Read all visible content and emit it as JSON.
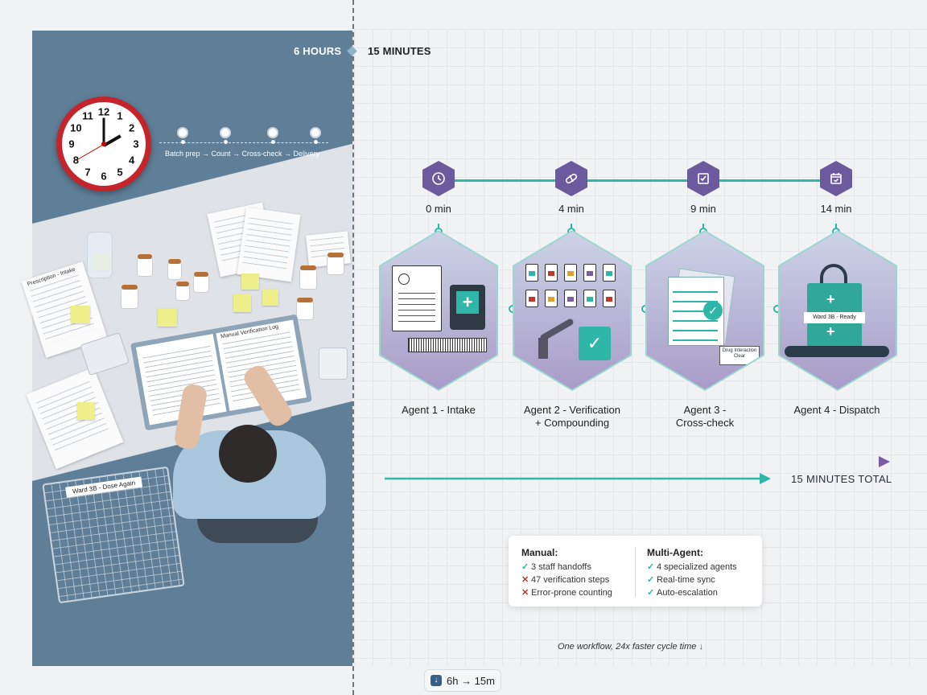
{
  "header": {
    "left_duration": "6 HOURS",
    "right_duration": "15 MINUTES"
  },
  "manual_panel": {
    "clock_numbers": [
      "12",
      "1",
      "2",
      "3",
      "4",
      "5",
      "6",
      "7",
      "8",
      "9",
      "10",
      "11"
    ],
    "steps_label": "Batch prep → Count → Cross-check → Delivery",
    "log_title": "Manual Verification Log",
    "cart_label": "Ward 3B - Dose Again",
    "paper_label": "Prescription - Intake"
  },
  "timeline": {
    "stages": [
      {
        "time": "0 min",
        "icon": "clock-icon",
        "label": "Agent 1 - Intake"
      },
      {
        "time": "4 min",
        "icon": "pill-icon",
        "label": "Agent 2 - Verification + Compounding"
      },
      {
        "time": "9 min",
        "icon": "checklist-icon",
        "label": "Agent 3 - Cross-check"
      },
      {
        "time": "14 min",
        "icon": "calendar-check-icon",
        "label": "Agent 4 - Dispatch"
      }
    ],
    "stage_labels": {
      "s1": "Agent 1 - Intake",
      "s2a": "Agent 2 - Verification",
      "s2b": "+ Compounding",
      "s3a": "Agent 3 -",
      "s3b": "Cross-check",
      "s4": "Agent 4 - Dispatch"
    },
    "doc_label": "Drug Interaction Clear",
    "bag_label": "Ward 3B - Ready",
    "total_label": "15 MINUTES TOTAL"
  },
  "comparison": {
    "manual": {
      "title": "Manual:",
      "items": [
        "3 staff handoffs",
        "47 verification steps",
        "Error-prone counting"
      ]
    },
    "multi_agent": {
      "title": "Multi-Agent:",
      "items": [
        "4 specialized agents",
        "Real-time sync",
        "Auto-escalation"
      ]
    }
  },
  "tagline": "One workflow, 24x faster cycle time",
  "badge": "6h → 15m",
  "colors": {
    "teal": "#2fb6a6",
    "purple": "#6c5a9e",
    "panel_blue": "#5f7f98",
    "clock_red": "#c4242a",
    "cross_red": "#c0392b"
  }
}
